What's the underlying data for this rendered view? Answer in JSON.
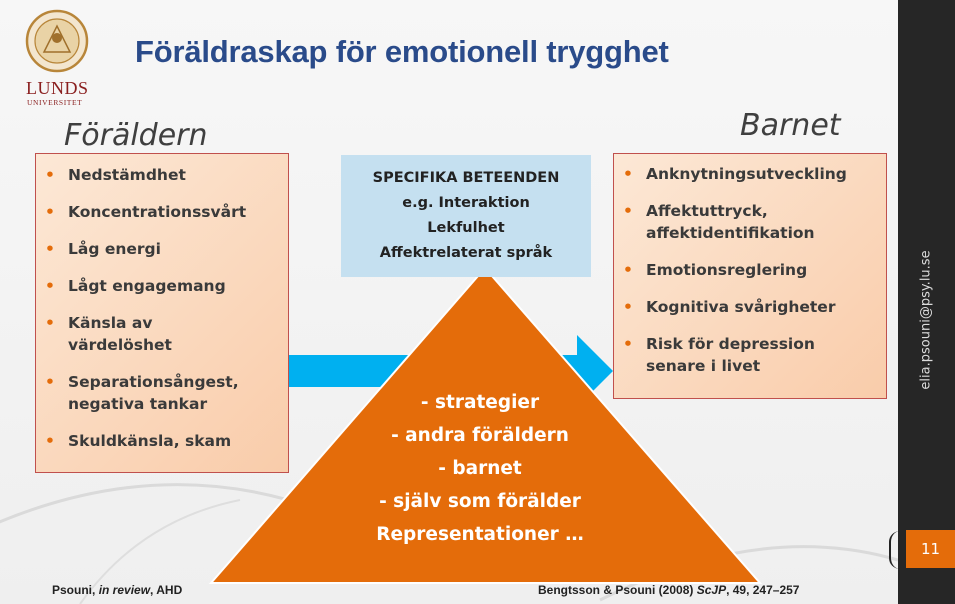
{
  "title": "Föräldraskap för emotionell trygghet",
  "logo_text": "LUNDS",
  "logo_subtext": "UNIVERSITET",
  "left_heading": "Föräldern",
  "right_heading": "Barnet",
  "left_items": [
    "Nedstämdhet",
    "Koncentrationssvårt",
    "Låg energi",
    "Lågt engagemang",
    "Känsla av värdelöshet",
    "Separationsångest, negativa tankar",
    "Skuldkänsla, skam"
  ],
  "right_items": [
    "Anknytningsutveckling",
    "Affektuttryck, affektidentifikation",
    "Emotionsreglering",
    "Kognitiva svårigheter",
    "Risk för depression senare i livet"
  ],
  "specifika": {
    "line1": "SPECIFIKA BETEENDEN",
    "line2": "e.g. Interaktion",
    "line3": "Lekfulhet",
    "line4": "Affektrelaterat språk"
  },
  "triangle_lines": [
    "- strategier",
    "- andra föräldern",
    "- barnet",
    "- själv som förälder",
    "Representationer  …"
  ],
  "footer_left": {
    "author": "Psouni,",
    "status": "in review",
    "tail": ", AHD"
  },
  "footer_right": {
    "prefix": "Bengtsson & Psouni (2008)",
    "journal": "ScJP",
    "tail": ", 49, 247–257"
  },
  "email": "elia.psouni@psy.lu.se",
  "page_number": "11",
  "colors": {
    "title": "#2a4b8a",
    "accent": "#e46c0a",
    "arrow": "#00b0f0",
    "box_border": "#c0504d",
    "spec_bg": "#c5e0f0",
    "sidebar": "#262626"
  }
}
